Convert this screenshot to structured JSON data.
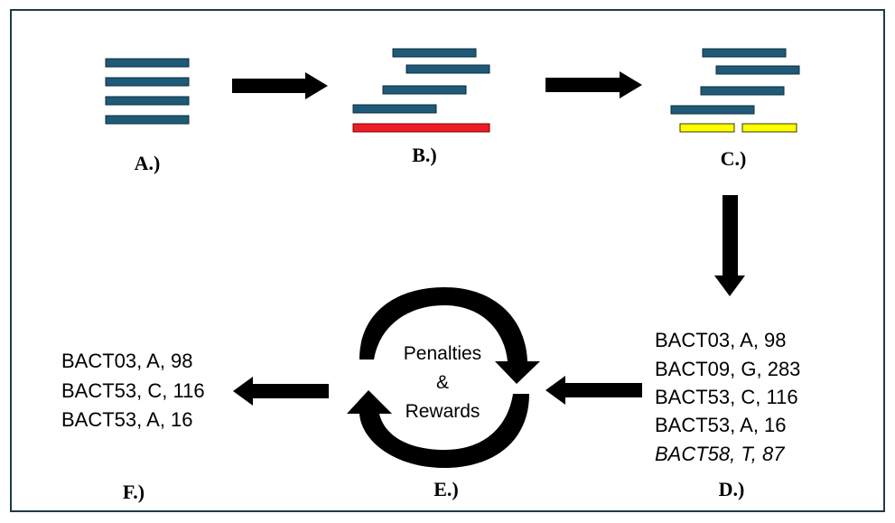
{
  "labels": {
    "a": "A.)",
    "b": "B.)",
    "c": "C.)",
    "d": "D.)",
    "e": "E.)",
    "f": "F.)"
  },
  "cycle": {
    "line1": "Penalties",
    "line2": "&",
    "line3": "Rewards"
  },
  "panel_d_records": [
    "BACT03, A, 98",
    "BACT09, G, 283",
    "BACT53, C, 116",
    "BACT53, A, 16",
    "BACT58, T, 87"
  ],
  "panel_f_records": [
    "BACT03, A, 98",
    "BACT53, C, 116",
    "BACT53, A, 16"
  ],
  "colors": {
    "read_bar": "#1f5a78",
    "read_outline": "#0e2c3c",
    "reference_bar": "#ee1c24",
    "consensus_bar": "#ffff00",
    "arrow": "#000000",
    "frame": "#1f3a44"
  },
  "icons": {
    "flow_arrow": "black-block-arrow",
    "cycle": "circular-arrows-icon"
  }
}
